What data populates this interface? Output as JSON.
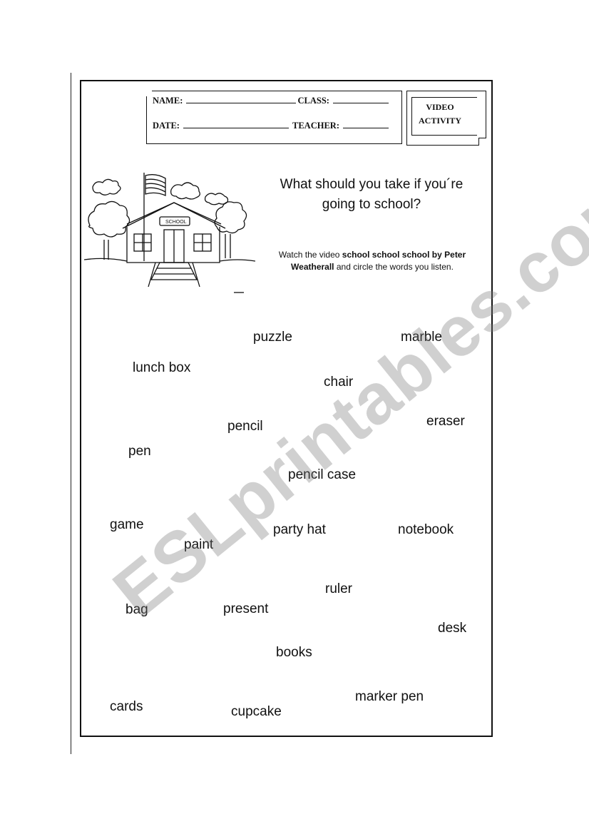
{
  "header": {
    "name_label": "NAME:",
    "class_label": "CLASS:",
    "date_label": "DATE:",
    "teacher_label": "TEACHER:"
  },
  "video_activity": {
    "line1": "VIDEO",
    "line2": "ACTIVITY"
  },
  "picture": {
    "sign_text": "SCHOOL"
  },
  "heading": {
    "line1": "What  should you take if you´re",
    "line2": "going to school?"
  },
  "instructions": {
    "part1": "Watch the video ",
    "bold1": "school school school by Peter Weatherall",
    "part2": " and circle the words you listen."
  },
  "words": [
    "puzzle",
    "marble",
    "lunch box",
    "chair",
    "pencil",
    "eraser",
    "pen",
    "pencil case",
    "game",
    "paint",
    "party hat",
    "notebook",
    "ruler",
    "bag",
    "present",
    "desk",
    "books",
    "marker pen",
    "cards",
    "cupcake"
  ],
  "watermark": "ESLprintables.com"
}
